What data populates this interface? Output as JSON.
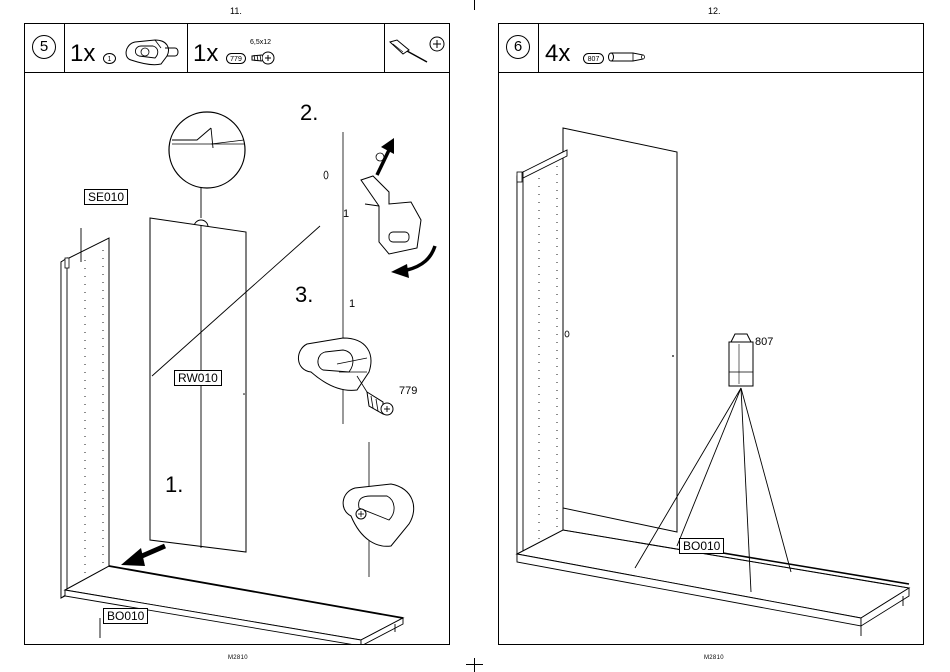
{
  "left_page": {
    "page_number": "11.",
    "footer_code": "M2810",
    "step": {
      "number": "5",
      "parts": [
        {
          "quantity": "1x",
          "part_id": "1",
          "part": "connector-bracket"
        },
        {
          "quantity": "1x",
          "part_id": "779",
          "part": "screw",
          "dimension": "6,5x12"
        }
      ],
      "tool": "phillips-screwdriver"
    },
    "labels": {
      "side_panel": "SE010",
      "rear_panel": "RW010",
      "bottom_panel": "BO010",
      "screw": "779",
      "bracket_a": "1",
      "bracket_b": "1"
    },
    "sub_steps": [
      "1.",
      "2.",
      "3."
    ]
  },
  "right_page": {
    "page_number": "12.",
    "footer_code": "M2810",
    "step": {
      "number": "6",
      "parts": [
        {
          "quantity": "4x",
          "part_id": "807",
          "part": "wooden-dowel"
        }
      ]
    },
    "labels": {
      "dowel": "807",
      "bottom_panel": "BO010"
    }
  }
}
